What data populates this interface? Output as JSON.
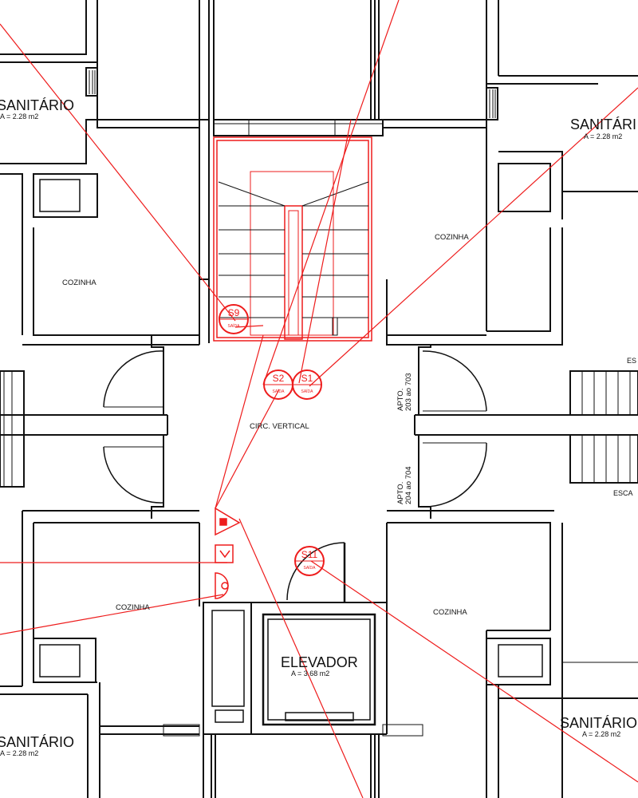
{
  "rooms": {
    "sanitario_tl": {
      "name": "SANITÁRIO",
      "area": "A = 2.28 m2"
    },
    "sanitario_tr": {
      "name": "SANITÁRI",
      "area": "A = 2.28 m2"
    },
    "sanitario_bl": {
      "name": "SANITÁRIO",
      "area": "A = 2.28 m2"
    },
    "sanitario_br": {
      "name": "SANITÁRIO",
      "area": "A = 2.28 m2"
    },
    "cozinha_tl": {
      "name": "COZINHA"
    },
    "cozinha_tr": {
      "name": "COZINHA"
    },
    "cozinha_bl": {
      "name": "COZINHA"
    },
    "cozinha_br": {
      "name": "COZINHA"
    },
    "circ_vertical": {
      "name": "CIRC. VERTICAL"
    },
    "apto_top": {
      "line1": "APTO.",
      "line2": "203 ao 703"
    },
    "apto_bottom": {
      "line1": "APTO.",
      "line2": "204 ao 704"
    },
    "elevador": {
      "name": "ELEVADOR",
      "area": "A = 3.68 m2"
    },
    "escada_right_top": {
      "name": "ES"
    },
    "escada_right_bottom": {
      "name": "ESCA"
    }
  },
  "signs": [
    {
      "code": "S9",
      "sub": "SAÍDA"
    },
    {
      "code": "S2",
      "sub": "SAÍDA"
    },
    {
      "code": "S1",
      "sub": "SAÍDA"
    },
    {
      "code": "S11",
      "sub": "SAÍDA"
    }
  ],
  "colors": {
    "wall": "#111111",
    "annotation": "#ee1c1c"
  }
}
